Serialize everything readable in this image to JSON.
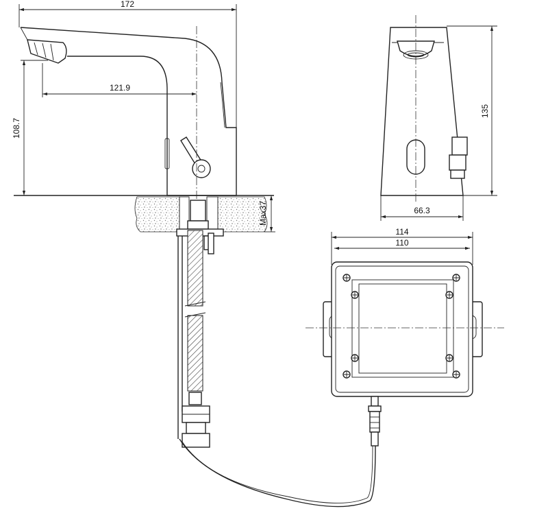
{
  "dimensions": {
    "overall_length": "172",
    "spout_reach": "121.9",
    "spout_height": "108.7",
    "max_deck_thickness": "Max37",
    "front_height": "135",
    "base_width": "66.3",
    "box_outer_width": "114",
    "box_inner_width": "110"
  },
  "colors": {
    "line": "#222222",
    "background": "#ffffff",
    "stone": "#9a9a9a"
  }
}
